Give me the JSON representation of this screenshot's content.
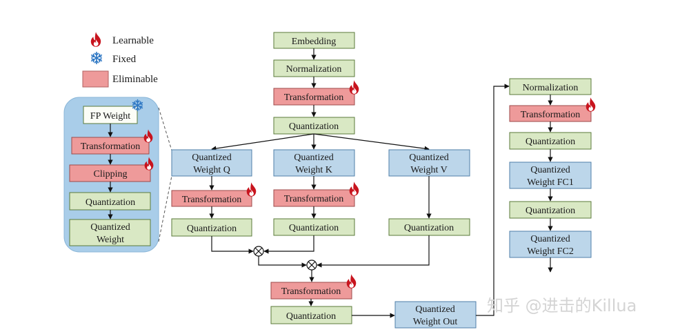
{
  "legend": {
    "learnable": "Learnable",
    "fixed": "Fixed",
    "eliminable": "Eliminable"
  },
  "weight_detail": {
    "fp_weight": "FP Weight",
    "transformation": "Transformation",
    "clipping": "Clipping",
    "quantization": "Quantization",
    "quantized_weight_line1": "Quantized",
    "quantized_weight_line2": "Weight"
  },
  "attention": {
    "embedding": "Embedding",
    "normalization": "Normalization",
    "transformation": "Transformation",
    "quantization": "Quantization",
    "weight_q_line1": "Quantized",
    "weight_q_line2": "Weight Q",
    "weight_k_line1": "Quantized",
    "weight_k_line2": "Weight K",
    "weight_v_line1": "Quantized",
    "weight_v_line2": "Weight V",
    "q_transformation": "Transformation",
    "k_transformation": "Transformation",
    "q_quantization": "Quantization",
    "k_quantization": "Quantization",
    "v_quantization": "Quantization",
    "out_transformation": "Transformation",
    "out_quantization": "Quantization",
    "weight_out_line1": "Quantized",
    "weight_out_line2": "Weight Out"
  },
  "ffn": {
    "normalization": "Normalization",
    "transformation": "Transformation",
    "quantization_1": "Quantization",
    "weight_fc1_line1": "Quantized",
    "weight_fc1_line2": "Weight FC1",
    "quantization_2": "Quantization",
    "weight_fc2_line1": "Quantized",
    "weight_fc2_line2": "Weight FC2"
  },
  "watermark": "知乎 @进击的Killua",
  "colors": {
    "green_box": "#d9e8c4",
    "red_box": "#ee9a9a",
    "blue_box": "#bcd6ea",
    "panel": "#a9cde9",
    "flame": "#c8141e",
    "snowflake": "#2f78c4"
  },
  "icons": {
    "learnable": "flame-icon",
    "fixed": "snowflake-icon",
    "multiply": "multiply-circle-icon"
  }
}
